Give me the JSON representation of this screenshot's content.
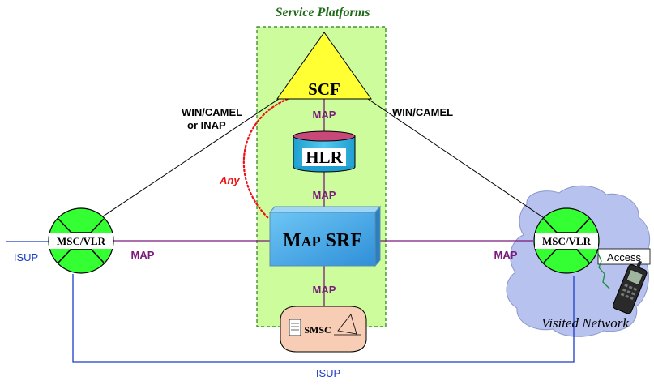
{
  "diagram": {
    "service_platforms_label": "Service Platforms",
    "scf_label": "SCF",
    "hlr_label": "HLR",
    "srf_label_prefix": "M",
    "srf_label_small": "AP",
    "srf_label_suffix": " SRF",
    "smsc_label": "SMSC",
    "msc_left_label": "MSC/VLR",
    "msc_right_label": "MSC/VLR",
    "access_label": "Access",
    "visited_network_label": "Visited Network",
    "any_label": "Any",
    "link_scf_left_line1": "WIN/CAMEL",
    "link_scf_left_line2": "or INAP",
    "link_scf_right": "WIN/CAMEL",
    "map_scf_hlr": "MAP",
    "map_hlr_srf": "MAP",
    "map_srf_smsc": "MAP",
    "map_left": "MAP",
    "map_right": "MAP",
    "isup_left": "ISUP",
    "isup_bottom": "ISUP"
  },
  "colors": {
    "platform_fill": "#cdfc9c",
    "platform_border": "#2d7a1e",
    "scf_fill": "#ffff33",
    "hlr_fill": "#33b8e0",
    "srf_fill": "#4db0ee",
    "msc_fill": "#33ff33",
    "smsc_fill": "#f8cdb5",
    "cloud_fill": "#b7c2ef",
    "map_text": "#7a1a7a",
    "map_line": "#7a1a7a",
    "isup_text": "#1b3cc7",
    "isup_line": "#1b3cc7",
    "any_color": "#ee1111"
  }
}
